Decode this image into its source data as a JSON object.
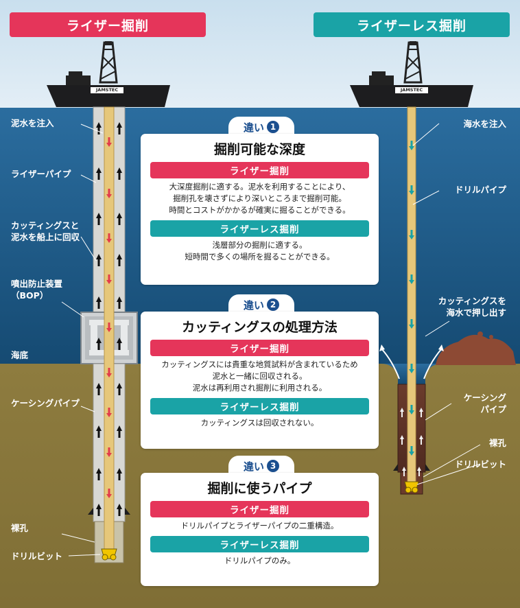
{
  "header": {
    "riser": "ライザー掘削",
    "riserless": "ライザーレス掘削"
  },
  "ship_label": "JAMSTEC",
  "left_labels": {
    "mud_inject": "泥水を注入",
    "riser_pipe": "ライザーパイプ",
    "cuttings_recover": [
      "カッティングスと",
      "泥水を船上に回収"
    ],
    "bop": [
      "噴出防止装置",
      "（BOP）"
    ],
    "seabed": "海底",
    "casing_pipe": "ケーシングパイプ",
    "open_hole": "裸孔",
    "drill_bit": "ドリルビット"
  },
  "right_labels": {
    "seawater_inject": "海水を注入",
    "drill_pipe": "ドリルパイプ",
    "cuttings_push": [
      "カッティングスを",
      "海水で押し出す"
    ],
    "casing_pipe": [
      "ケーシング",
      "パイプ"
    ],
    "open_hole": "裸孔",
    "drill_bit": "ドリルビット"
  },
  "panels": [
    {
      "badge": "違い",
      "num": "1",
      "title": "掘削可能な深度",
      "riser_label": "ライザー掘削",
      "riser_text": [
        "大深度掘削に適する。泥水を利用することにより、",
        "掘削孔を壊さずにより深いところまで掘削可能。",
        "時間とコストがかかるが確実に掘ることができる。"
      ],
      "riserless_label": "ライザーレス掘削",
      "riserless_text": [
        "浅層部分の掘削に適する。",
        "短時間で多くの場所を掘ることができる。"
      ]
    },
    {
      "badge": "違い",
      "num": "2",
      "title": "カッティングスの処理方法",
      "riser_label": "ライザー掘削",
      "riser_text": [
        "カッティングスには貴重な地質試料が含まれているため",
        "泥水と一緒に回収される。",
        "泥水は再利用され掘削に利用される。"
      ],
      "riserless_label": "ライザーレス掘削",
      "riserless_text": [
        "カッティングスは回収されない。"
      ]
    },
    {
      "badge": "違い",
      "num": "3",
      "title": "掘削に使うパイプ",
      "riser_label": "ライザー掘削",
      "riser_text": [
        "ドリルパイプとライザーパイプの二重構造。"
      ],
      "riserless_label": "ライザーレス掘削",
      "riserless_text": [
        "ドリルパイプのみ。"
      ]
    }
  ],
  "colors": {
    "sky": "#dce9f3",
    "sea_top": "#2a6a9c",
    "sea_bottom": "#164a72",
    "ground": "#8a7a3e",
    "riser_accent": "#e5355a",
    "riserless_accent": "#1aa3a6",
    "badge_text": "#1b4f8f"
  }
}
